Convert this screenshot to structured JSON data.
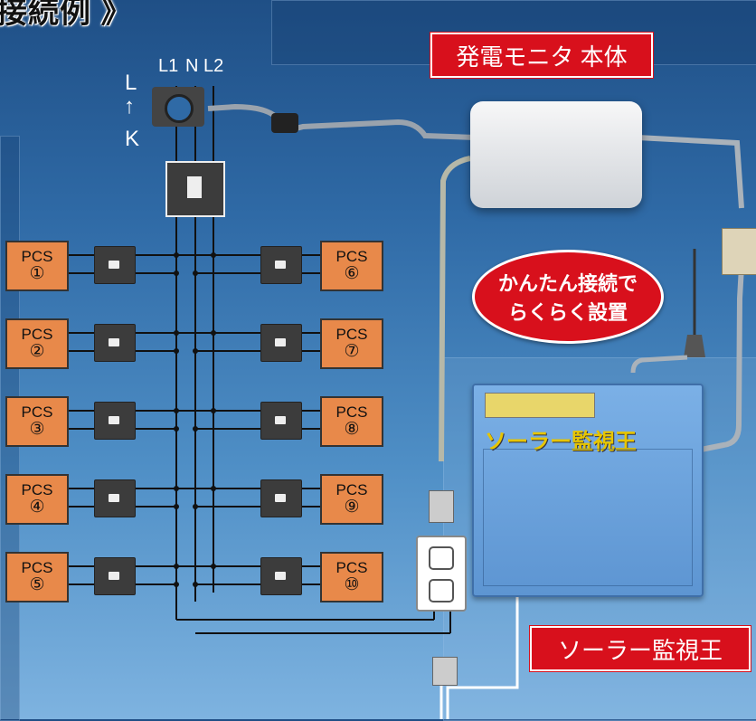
{
  "title": "接続例 》",
  "monitor_label": "発電モニタ 本体",
  "king_label": "ソーラー監視王",
  "bubble": {
    "line1": "かんたん接続で",
    "line2": "らくらく設置"
  },
  "ct": {
    "l": "L",
    "arrow": "↑",
    "k": "K"
  },
  "lines": {
    "l1": "L1",
    "n": "N",
    "l2": "L2"
  },
  "pcs_left": [
    {
      "label": "PCS",
      "num": "①"
    },
    {
      "label": "PCS",
      "num": "②"
    },
    {
      "label": "PCS",
      "num": "③"
    },
    {
      "label": "PCS",
      "num": "④"
    },
    {
      "label": "PCS",
      "num": "⑤"
    }
  ],
  "pcs_right": [
    {
      "label": "PCS",
      "num": "⑥"
    },
    {
      "label": "PCS",
      "num": "⑦"
    },
    {
      "label": "PCS",
      "num": "⑧"
    },
    {
      "label": "PCS",
      "num": "⑨"
    },
    {
      "label": "PCS",
      "num": "⑩"
    }
  ],
  "device_text": {
    "brand": "ソーラー監視王"
  },
  "colors": {
    "red": "#d8101c",
    "pcs": "#e8894a",
    "device": "#6a9fd8",
    "wire": "#111111"
  }
}
